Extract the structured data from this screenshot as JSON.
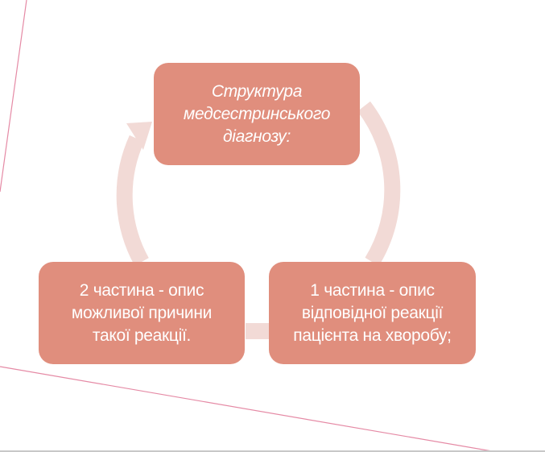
{
  "diagram": {
    "type": "cycle",
    "colors": {
      "box_fill": "#e08e7d",
      "box_text": "#ffffff",
      "cycle_arrow": "#f2dad6",
      "accent_line": "#e58aa5",
      "background": "#ffffff"
    },
    "nodes": [
      {
        "id": "title",
        "text": "Структура\nмедсестринського\nдіагнозу:"
      },
      {
        "id": "part1",
        "text": "1 частина - опис\nвідповідної реакції\nпацієнта на хворобу;"
      },
      {
        "id": "part2",
        "text": "2 частина - опис\nможливої  причини\nтакої реакції."
      }
    ],
    "flow": [
      "title",
      "part1",
      "part2",
      "title"
    ]
  }
}
